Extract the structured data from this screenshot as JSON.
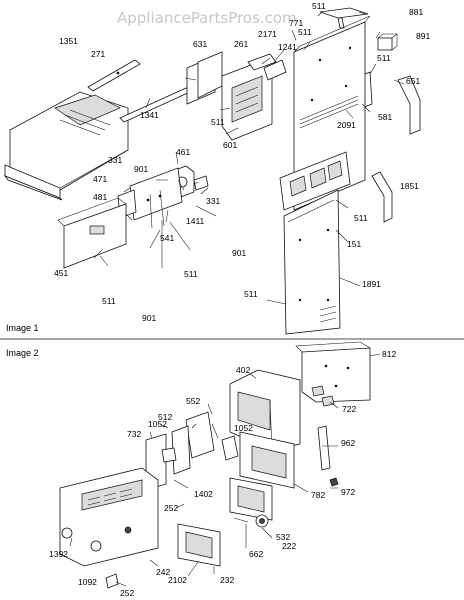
{
  "watermark": "AppliancePartsPros.com",
  "section1": {
    "title": "Image 1",
    "labels": [
      "511",
      "881",
      "891",
      "1351",
      "271",
      "631",
      "261",
      "2171",
      "1241",
      "771",
      "511",
      "511",
      "651",
      "581",
      "2091",
      "1341",
      "511",
      "601",
      "331",
      "901",
      "461",
      "471",
      "481",
      "331",
      "1411",
      "541",
      "901",
      "1851",
      "511",
      "151",
      "451",
      "511",
      "511",
      "1891",
      "901",
      "511"
    ]
  },
  "section2": {
    "title": "Image 2",
    "labels": [
      "812",
      "402",
      "722",
      "552",
      "1052",
      "512",
      "732",
      "1052",
      "962",
      "972",
      "782",
      "1402",
      "252",
      "532",
      "222",
      "662",
      "1392",
      "242",
      "232",
      "2102",
      "1092",
      "252"
    ]
  }
}
